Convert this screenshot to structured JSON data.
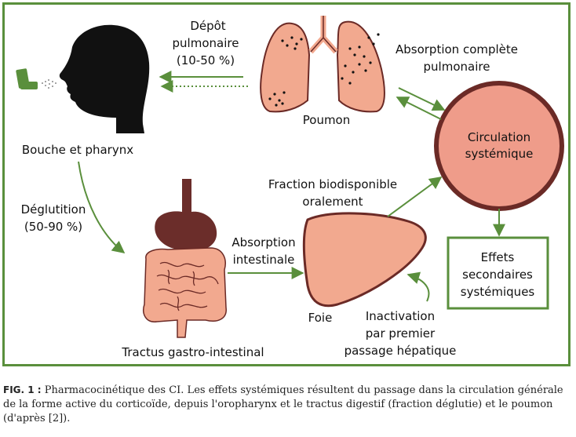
{
  "labels": {
    "bouche": "Bouche et pharynx",
    "depot_line1": "Dépôt",
    "depot_line2": "pulmonaire",
    "depot_line3": "(10-50 %)",
    "poumon": "Poumon",
    "absorption_pulm_line1": "Absorption complète",
    "absorption_pulm_line2": "pulmonaire",
    "circulation_line1": "Circulation",
    "circulation_line2": "systémique",
    "deglutition_line1": "Déglutition",
    "deglutition_line2": "(50-90 %)",
    "fraction_line1": "Fraction biodisponible",
    "fraction_line2": "oralement",
    "absorption_int_line1": "Absorption",
    "absorption_int_line2": "intestinale",
    "foie": "Foie",
    "tractus": "Tractus gastro-intestinal",
    "inactivation_line1": "Inactivation",
    "inactivation_line2": "par premier",
    "inactivation_line3": "passage hépatique",
    "effets_line1": "Effets",
    "effets_line2": "secondaires",
    "effets_line3": "systémiques"
  },
  "caption": {
    "label": "FIG. 1 :",
    "text": "Pharmacocinétique des CI. Les effets systémiques résultent du passage dans la circulation générale de la forme active du corticoïde, depuis l'oropharynx et le tractus digestif (fraction déglutie) et le poumon (d'après [2])."
  },
  "colors": {
    "frame": "#5a8f3c",
    "arrow": "#5a8f3c",
    "organ_fill": "#f2a98f",
    "organ_stroke": "#6b2a26",
    "stomach": "#6b2d2a",
    "circle_fill": "#ef9c8a"
  }
}
